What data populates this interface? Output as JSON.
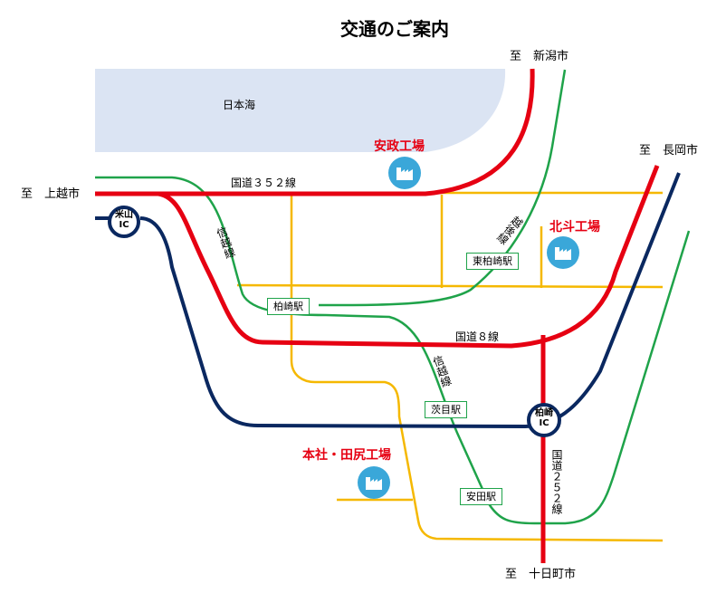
{
  "title": "交通のご案内",
  "sea_label": "日本海",
  "directions": {
    "niigata": "至　新潟市",
    "joetsu": "至　上越市",
    "nagaoka": "至　長岡市",
    "tokamachi": "至　十日町市"
  },
  "roads": {
    "route352": "国道３５２線",
    "route8": "国道８線",
    "route252": "国道２５２線"
  },
  "railways": {
    "shinetsu_north": "信越線",
    "echigo": "越後線",
    "shinetsu_south": "信越線"
  },
  "stations": {
    "kashiwazaki": "柏崎駅",
    "higashi_kashiwazaki": "東柏崎駅",
    "ibarame": "茨目駅",
    "yasuda": "安田駅"
  },
  "interchanges": {
    "yoneyama": "米山IC",
    "kashiwazaki": "柏崎IC"
  },
  "factories": {
    "anmasa": "安政工場",
    "hokuto": "北斗工場",
    "honsha": "本社・田尻工場"
  },
  "icon_names": [
    "factory-icon"
  ],
  "colors": {
    "national_road": "#e60012",
    "expressway": "#0a2860",
    "railway": "#1fa34a",
    "local_road": "#f5b800",
    "sea": "#dbe4f3",
    "factory_icon": "#3aa7d9"
  }
}
